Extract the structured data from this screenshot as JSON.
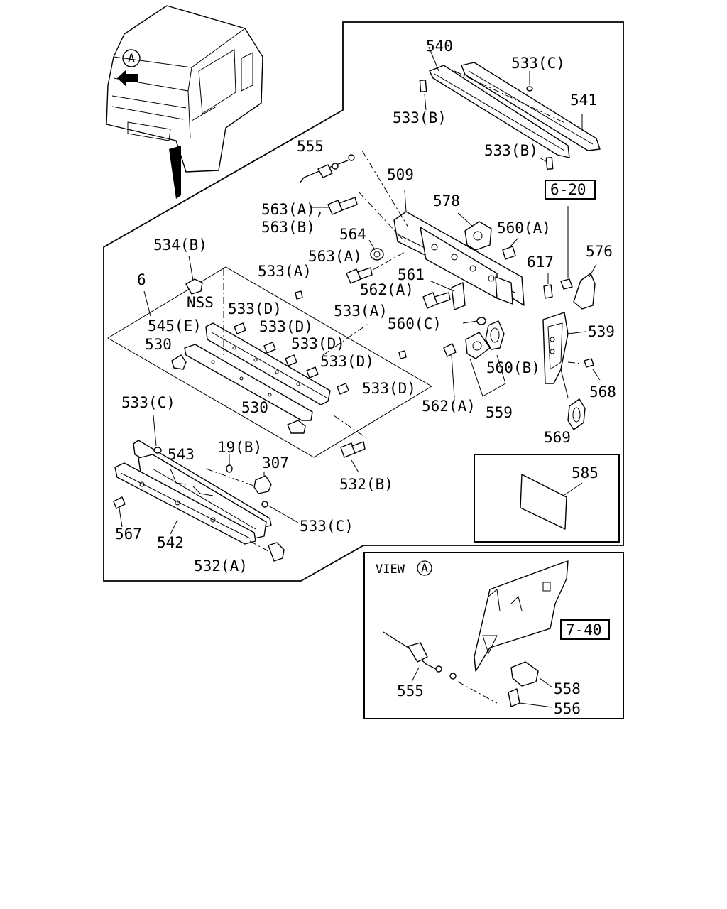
{
  "labels": {
    "l540": "540",
    "l533c_top": "533(C)",
    "l541": "541",
    "l533b_1": "533(B)",
    "l533b_2": "533(B)",
    "l555": "555",
    "l509": "509",
    "l578": "578",
    "l620": "6-20",
    "l563a_comma": "563(A),",
    "l563b": "563(B)",
    "l564": "564",
    "l560a": "560(A)",
    "l576": "576",
    "l534b": "534(B)",
    "l563a": "563(A)",
    "l617": "617",
    "l6": "6",
    "l533a_1": "533(A)",
    "l561": "561",
    "l562a_1": "562(A)",
    "lnss": "NSS",
    "l533d_1": "533(D)",
    "l533a_2": "533(A)",
    "l539": "539",
    "l545e": "545(E)",
    "l533d_2": "533(D)",
    "l560c": "560(C)",
    "l530_1": "530",
    "l533d_3": "533(D)",
    "l533d_4": "533(D)",
    "l560b": "560(B)",
    "l568": "568",
    "l533d_5": "533(D)",
    "l533c_1": "533(C)",
    "l530_2": "530",
    "l562a_2": "562(A)",
    "l559": "559",
    "l569": "569",
    "l543": "543",
    "l19b": "19(B)",
    "l307": "307",
    "l585": "585",
    "l532b": "532(B)",
    "l567": "567",
    "l542": "542",
    "l533c_2": "533(C)",
    "l532a": "532(A)",
    "lviewa": "VIEW",
    "lview_circle": "A",
    "l740": "7-40",
    "l555_view": "555",
    "l558": "558",
    "l556": "556",
    "cab_marker": "A"
  }
}
